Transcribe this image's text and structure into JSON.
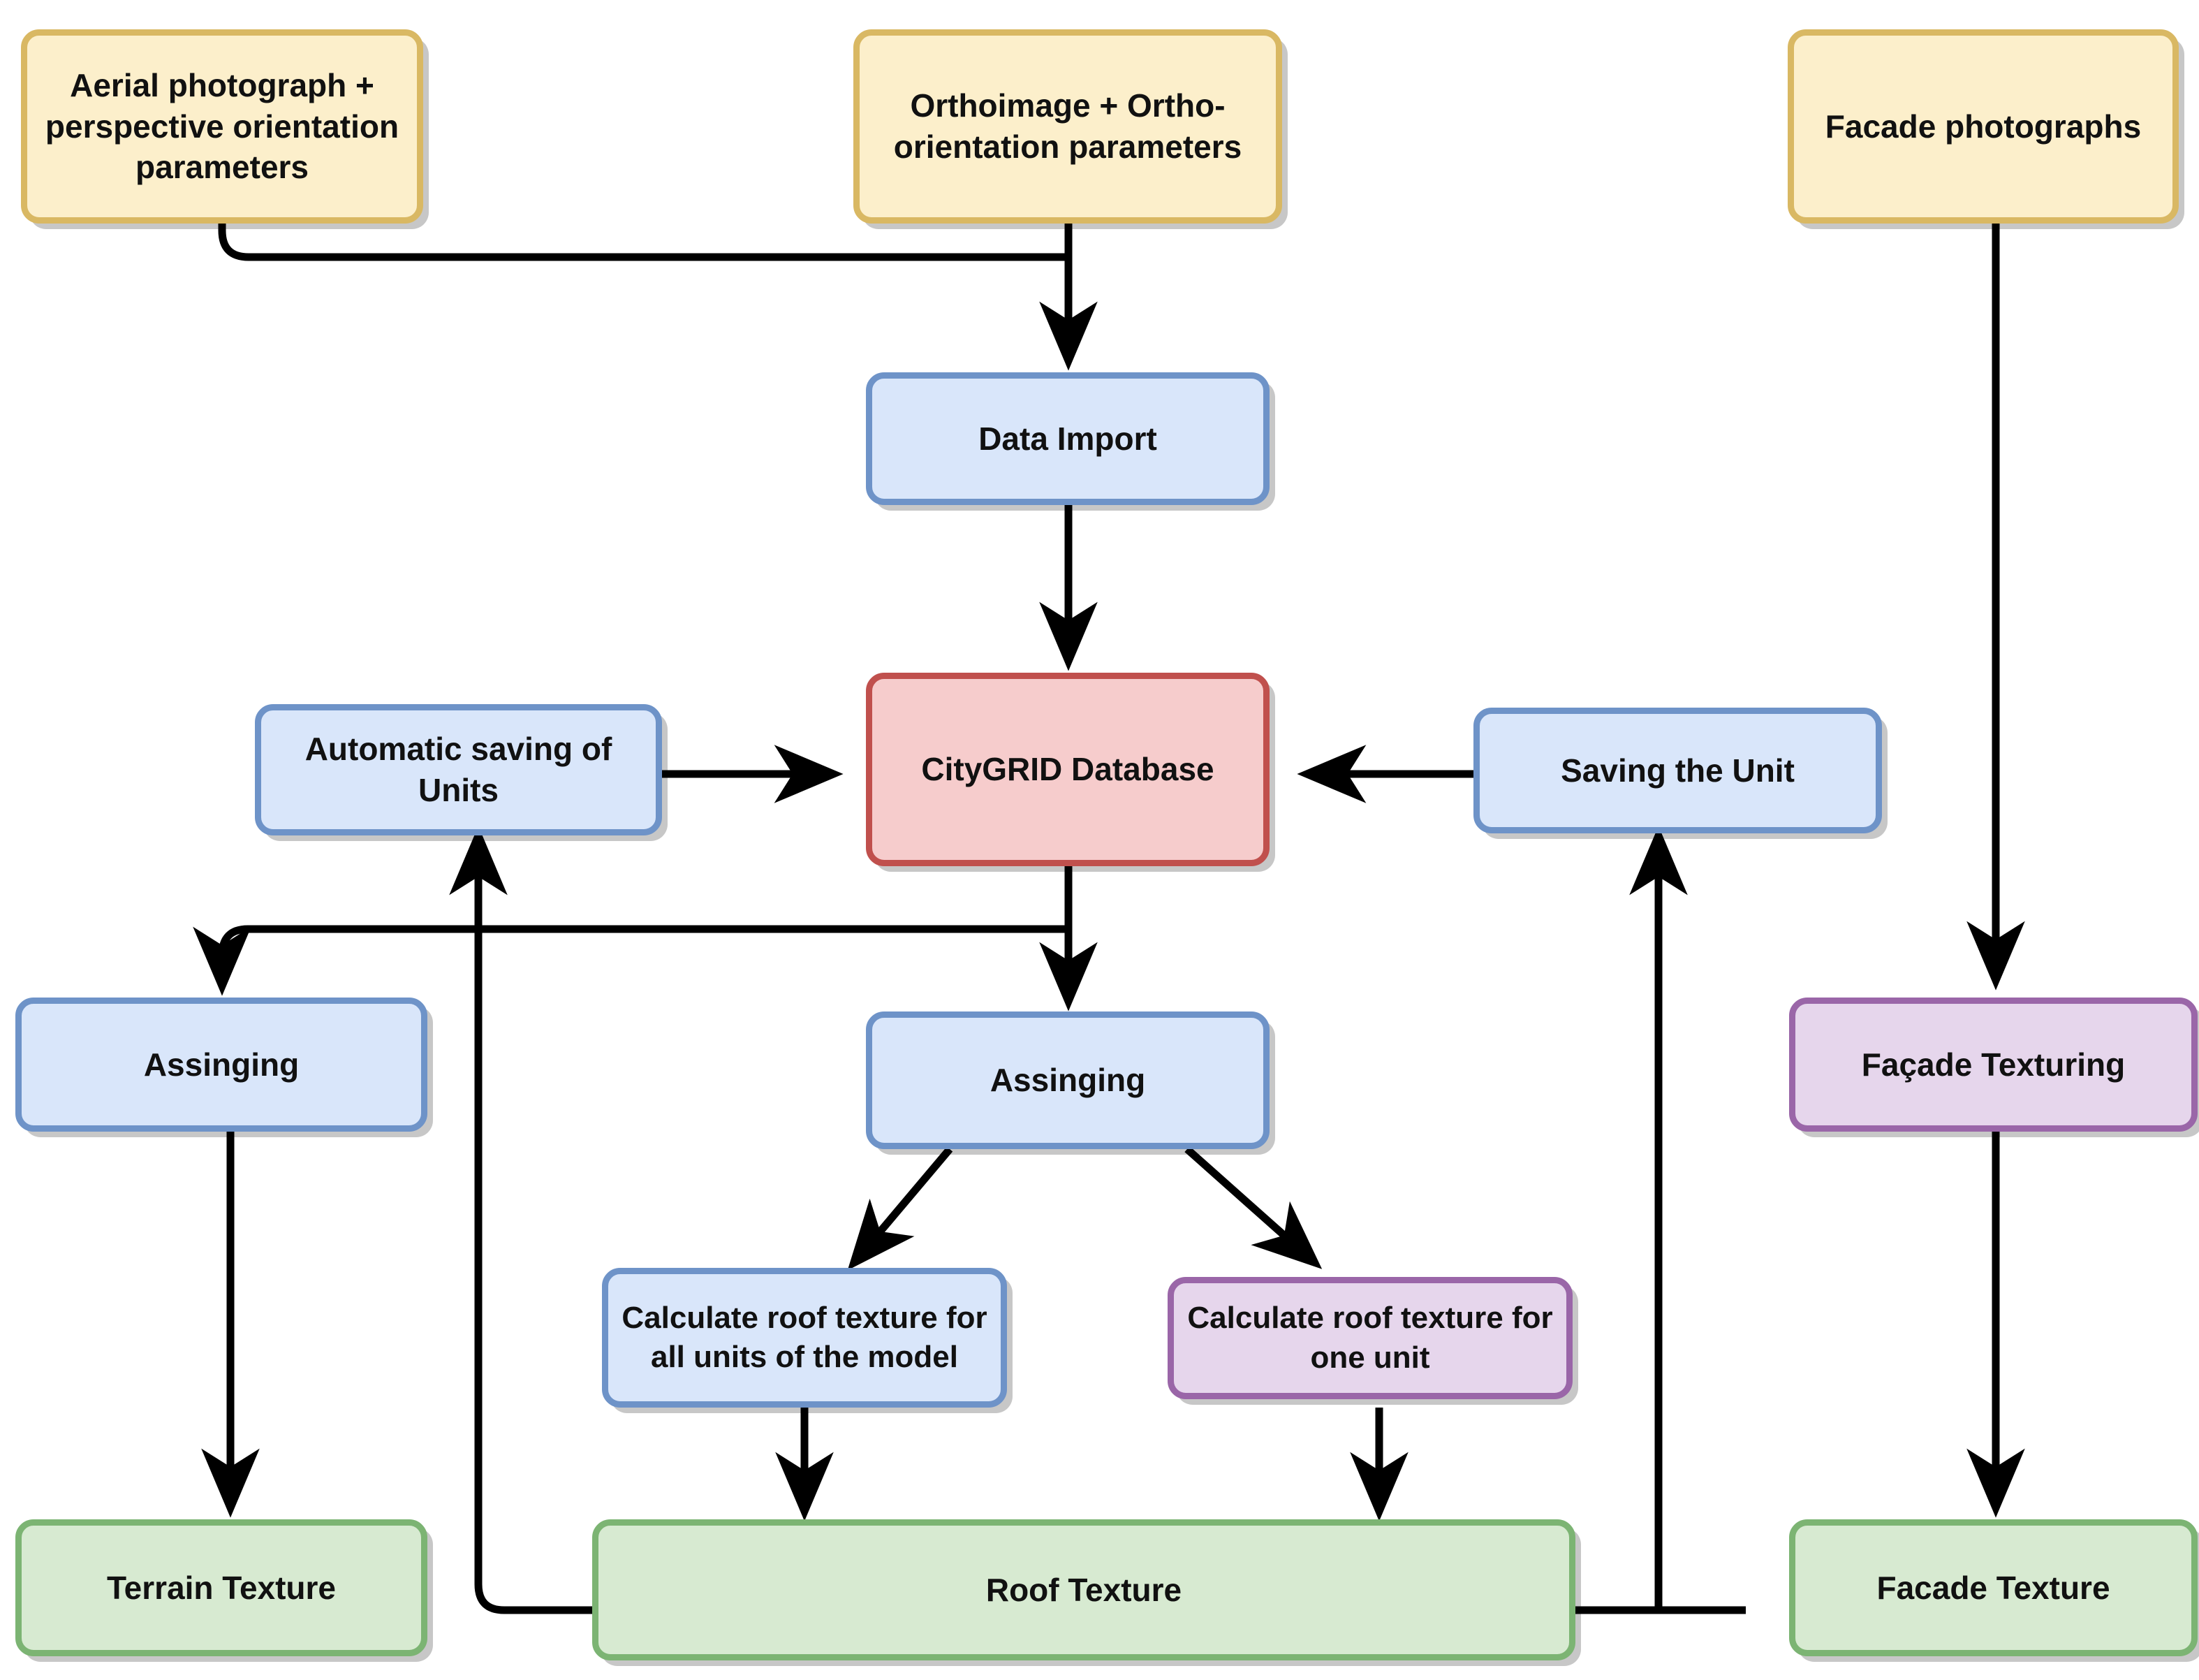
{
  "diagram": {
    "title": "CityGRID texturing workflow",
    "type": "flowchart",
    "colors": {
      "input_fill": "#fcefcb",
      "input_stroke": "#d9b863",
      "process_fill": "#d9e6fa",
      "process_stroke": "#6e93c8",
      "database_fill": "#f6cccc",
      "database_stroke": "#c0504d",
      "facade_fill": "#e6d6ec",
      "facade_stroke": "#9a66a8",
      "output_fill": "#d7ead1",
      "output_stroke": "#7cb473",
      "edge": "#000000"
    },
    "nodes": [
      {
        "id": "aerial",
        "label": "Aerial photograph + perspective orientation parameters",
        "kind": "input"
      },
      {
        "id": "orthoimage",
        "label": "Orthoimage + Ortho-orientation parameters",
        "kind": "input"
      },
      {
        "id": "facadephotos",
        "label": "Facade photographs",
        "kind": "input"
      },
      {
        "id": "dataimport",
        "label": "Data Import",
        "kind": "process"
      },
      {
        "id": "citygrid",
        "label": "CityGRID Database",
        "kind": "database"
      },
      {
        "id": "autosave",
        "label": "Automatic saving of Units",
        "kind": "process"
      },
      {
        "id": "savingunit",
        "label": "Saving the Unit",
        "kind": "process"
      },
      {
        "id": "assinging_left",
        "label": "Assinging",
        "kind": "process"
      },
      {
        "id": "assinging_mid",
        "label": "Assinging",
        "kind": "process"
      },
      {
        "id": "facadetexturing",
        "label": "Façade Texturing",
        "kind": "facade"
      },
      {
        "id": "calc_all",
        "label": "Calculate roof texture for all units of the model",
        "kind": "process"
      },
      {
        "id": "calc_one",
        "label": "Calculate roof texture for one unit",
        "kind": "facade"
      },
      {
        "id": "terraintexture",
        "label": "Terrain Texture",
        "kind": "output"
      },
      {
        "id": "rooftexture",
        "label": "Roof Texture",
        "kind": "output"
      },
      {
        "id": "facadetexture",
        "label": "Facade Texture",
        "kind": "output"
      }
    ],
    "edges": [
      {
        "from": "aerial",
        "to": "dataimport"
      },
      {
        "from": "orthoimage",
        "to": "dataimport"
      },
      {
        "from": "dataimport",
        "to": "citygrid"
      },
      {
        "from": "autosave",
        "to": "citygrid"
      },
      {
        "from": "savingunit",
        "to": "citygrid"
      },
      {
        "from": "citygrid",
        "to": "assinging_left"
      },
      {
        "from": "citygrid",
        "to": "assinging_mid"
      },
      {
        "from": "facadephotos",
        "to": "facadetexturing"
      },
      {
        "from": "assinging_left",
        "to": "terraintexture"
      },
      {
        "from": "assinging_mid",
        "to": "calc_all"
      },
      {
        "from": "assinging_mid",
        "to": "calc_one"
      },
      {
        "from": "calc_all",
        "to": "rooftexture"
      },
      {
        "from": "calc_one",
        "to": "rooftexture"
      },
      {
        "from": "facadetexturing",
        "to": "facadetexture"
      },
      {
        "from": "rooftexture",
        "to": "autosave"
      },
      {
        "from": "rooftexture",
        "to": "savingunit"
      },
      {
        "from": "facadetexture",
        "to": "savingunit"
      }
    ]
  }
}
